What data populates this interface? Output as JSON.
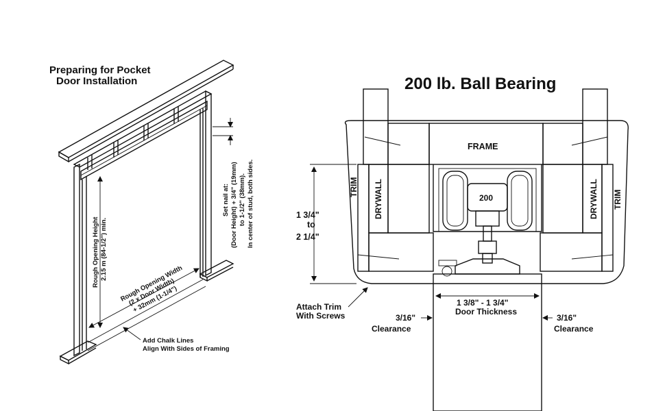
{
  "left_panel": {
    "title_line1": "Preparing for Pocket",
    "title_line2": "Door Installation",
    "rough_height_line1": "Rough Opening Height",
    "rough_height_line2": "2.15 m (84-1/2\") min.",
    "rough_width_line1": "Rough Opening Width",
    "rough_width_line2": "(2 x Door Width)",
    "rough_width_line3": "+ 32mm (1-1/4\")",
    "set_nail_line1": "Set nail at:",
    "set_nail_line2": "(Door Height) + 3/4\" (19mm)",
    "set_nail_line3": "to 1-1/2\" (38mm).",
    "set_nail_line4": "In center of stud, both sides.",
    "chalk_line1": "Add Chalk Lines",
    "chalk_line2": "Align With Sides of Framing"
  },
  "right_panel": {
    "title": "200 lb. Ball Bearing",
    "frame_label": "FRAME",
    "trim_left": "TRIM",
    "trim_right": "TRIM",
    "drywall_left": "DRYWALL",
    "drywall_right": "DRYWALL",
    "wheel_label": "200",
    "height_line1": "1 3/4\"",
    "height_line2": "to",
    "height_line3": "2 1/4\"",
    "attach_line1": "Attach Trim",
    "attach_line2": "With Screws",
    "door_thick_line1": "1 3/8\" - 1 3/4\"",
    "door_thick_line2": "Door Thickness",
    "clear_left_line1": "3/16\"",
    "clear_left_line2": "Clearance",
    "clear_right_line1": "3/16\"",
    "clear_right_line2": "Clearance"
  }
}
